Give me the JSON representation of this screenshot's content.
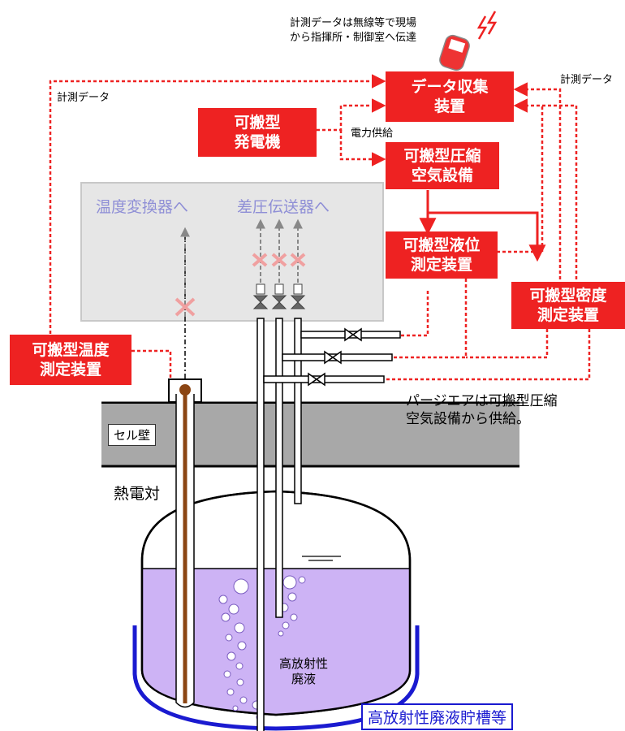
{
  "top_note": [
    "計測データは無線等で現場",
    "から指揮所・制御室へ伝達"
  ],
  "left_data_label": "計測データ",
  "right_data_label": "計測データ",
  "power_label": "電力供給",
  "boxes": {
    "data_collection": [
      "データ収集",
      "装置"
    ],
    "generator": [
      "可搬型",
      "発電機"
    ],
    "compressor": [
      "可搬型圧縮",
      "空気設備"
    ],
    "level_meter": [
      "可搬型液位",
      "測定装置"
    ],
    "density_meter": [
      "可搬型密度",
      "測定装置"
    ],
    "temp_meter": [
      "可搬型温度",
      "測定装置"
    ]
  },
  "to_temp_converter": "温度変換器へ",
  "to_dp_transmitter": "差圧伝送器へ",
  "purge_note": [
    "パージエアは可搬型圧縮",
    "空気設備から供給。"
  ],
  "cell_wall": "セル壁",
  "thermocouple": "熱電対",
  "liquid_label": [
    "高放射性",
    "廃液"
  ],
  "tank_caption": "高放射性廃液貯槽等",
  "colors": {
    "red": "#ee2222",
    "grey_panel": "#e6e6e6",
    "liquid": "#cdb3f5",
    "wall": "#a8a8a8",
    "blue": "#1a1ad0"
  }
}
